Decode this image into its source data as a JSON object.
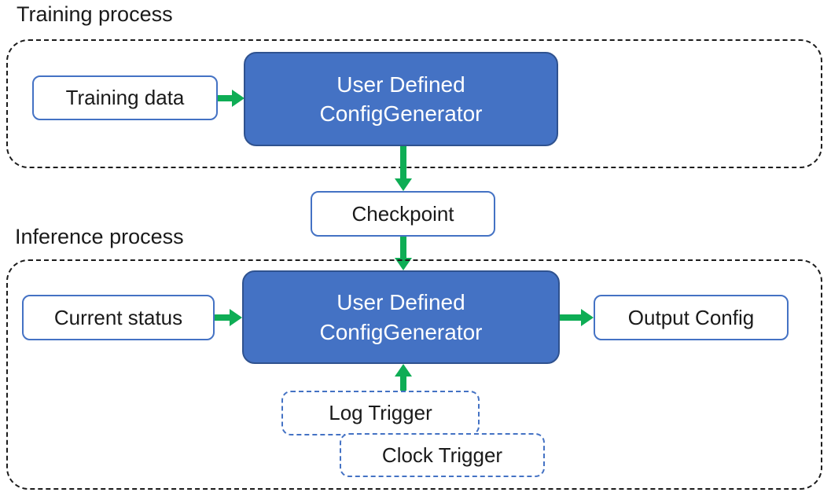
{
  "colors": {
    "accent_blue": "#4472C4",
    "accent_blue_dark": "#2F528F",
    "arrow_green": "#0EAD55",
    "text_black": "#1a1a1a",
    "box_text_white": "#ffffff"
  },
  "sections": {
    "training": {
      "label": "Training process",
      "nodes": {
        "input": "Training data",
        "generator_line1": "User Defined",
        "generator_line2": "ConfigGenerator"
      }
    },
    "checkpoint": "Checkpoint",
    "inference": {
      "label": "Inference process",
      "nodes": {
        "input": "Current status",
        "generator_line1": "User Defined",
        "generator_line2": "ConfigGenerator",
        "output": "Output Config",
        "log_trigger": "Log Trigger",
        "clock_trigger": "Clock Trigger"
      }
    }
  }
}
